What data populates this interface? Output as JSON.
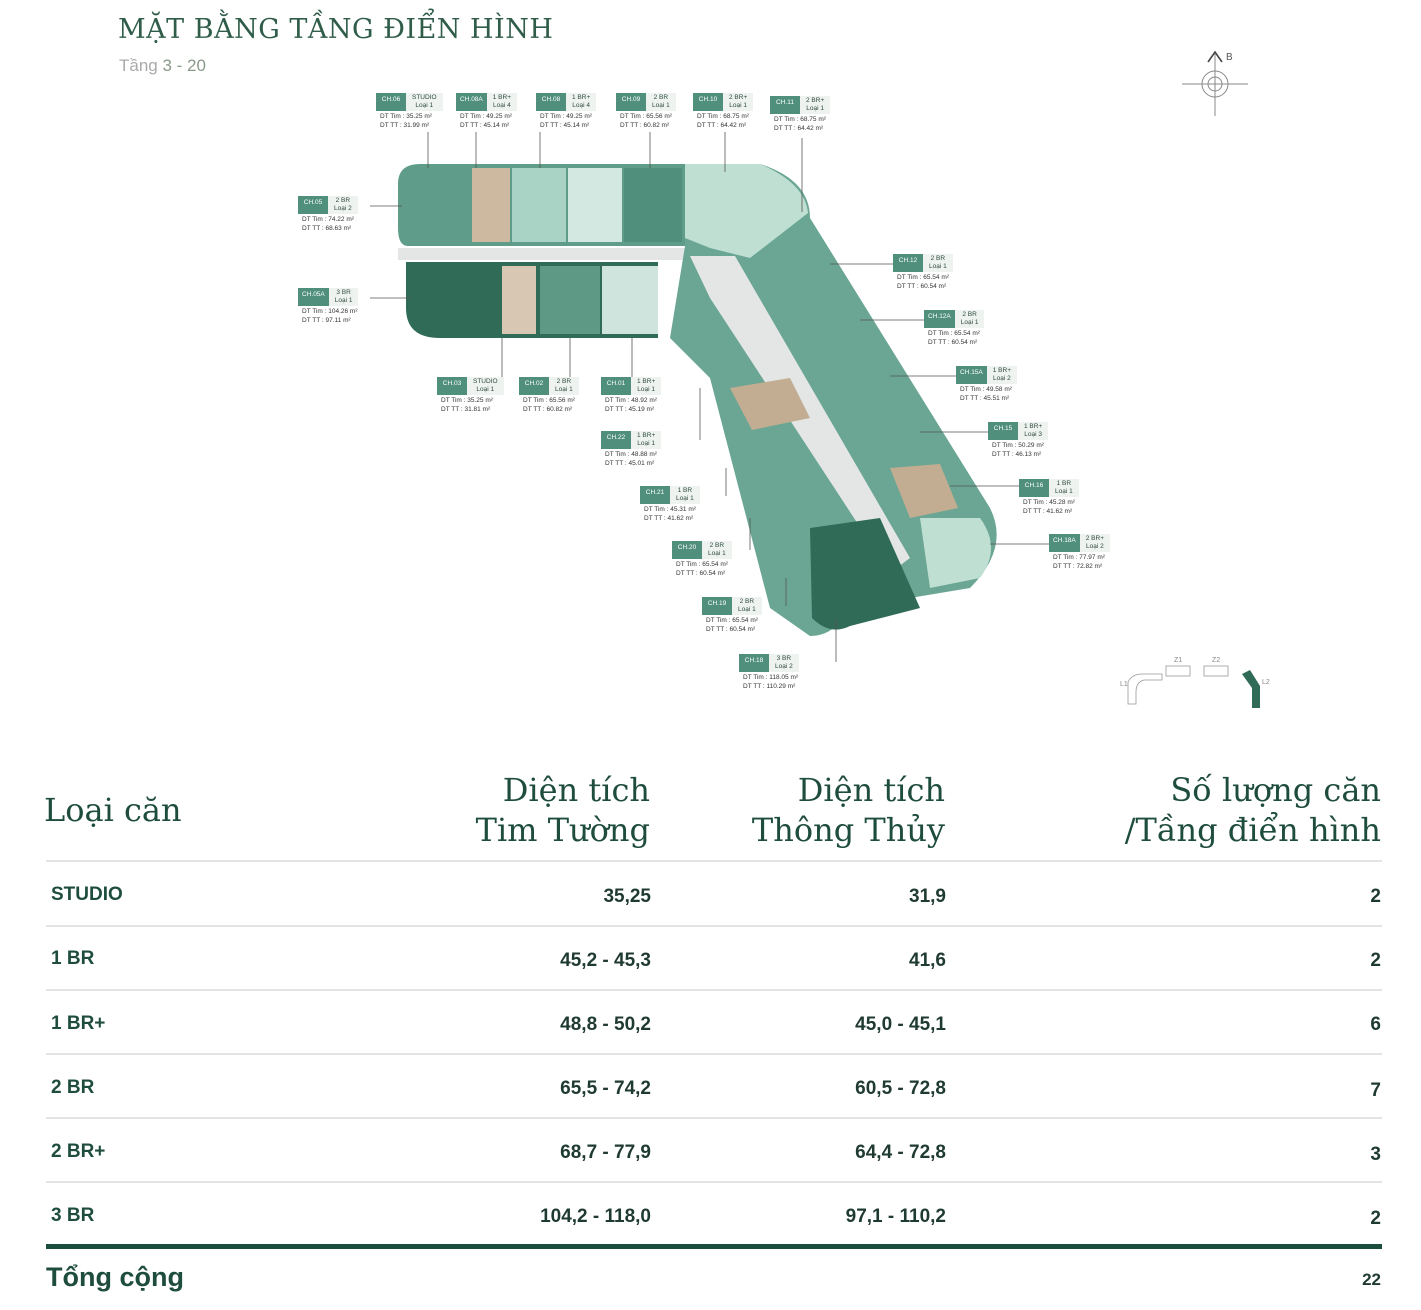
{
  "header": {
    "title": "MẶT BẰNG TẦNG ĐIỂN HÌNH",
    "subtitle_prefix": "Tầng",
    "subtitle_floors": "3 - 20",
    "compass_label": "B"
  },
  "units": [
    {
      "code": "CH.06",
      "type": "STUDIO",
      "subtype": "Loại 1",
      "tim": "DT Tim : 35.25 m²",
      "tt": "DT TT : 31.99 m²"
    },
    {
      "code": "CH.08A",
      "type": "1 BR+",
      "subtype": "Loại 4",
      "tim": "DT Tim : 49.25 m²",
      "tt": "DT TT : 45.14 m²"
    },
    {
      "code": "CH.08",
      "type": "1 BR+",
      "subtype": "Loại 4",
      "tim": "DT Tim : 49.25 m²",
      "tt": "DT TT : 45.14 m²"
    },
    {
      "code": "CH.09",
      "type": "2 BR",
      "subtype": "Loại 1",
      "tim": "DT Tim : 65.56 m²",
      "tt": "DT TT : 60.82 m²"
    },
    {
      "code": "CH.10",
      "type": "2 BR+",
      "subtype": "Loại 1",
      "tim": "DT Tim : 68.75 m²",
      "tt": "DT TT : 64.42 m²"
    },
    {
      "code": "CH.11",
      "type": "2 BR+",
      "subtype": "Loại 1",
      "tim": "DT Tim : 68.75 m²",
      "tt": "DT TT : 64.42 m²"
    },
    {
      "code": "CH.05",
      "type": "2 BR",
      "subtype": "Loại 2",
      "tim": "DT Tim : 74.22 m²",
      "tt": "DT TT : 68.63 m²"
    },
    {
      "code": "CH.05A",
      "type": "3 BR",
      "subtype": "Loại 1",
      "tim": "DT Tim : 104.26 m²",
      "tt": "DT TT : 97.11 m²"
    },
    {
      "code": "CH.12",
      "type": "2 BR",
      "subtype": "Loại 1",
      "tim": "DT Tim : 65.54 m²",
      "tt": "DT TT : 60.54 m²"
    },
    {
      "code": "CH.12A",
      "type": "2 BR",
      "subtype": "Loại 1",
      "tim": "DT Tim : 65.54 m²",
      "tt": "DT TT : 60.54 m²"
    },
    {
      "code": "CH.15A",
      "type": "1 BR+",
      "subtype": "Loại 2",
      "tim": "DT Tim : 49.58 m²",
      "tt": "DT TT : 45.51 m²"
    },
    {
      "code": "CH.15",
      "type": "1 BR+",
      "subtype": "Loại 3",
      "tim": "DT Tim : 50.29 m²",
      "tt": "DT TT : 46.13 m²"
    },
    {
      "code": "CH.03",
      "type": "STUDIO",
      "subtype": "Loại 1",
      "tim": "DT Tim : 35.25 m²",
      "tt": "DT TT : 31.81 m²"
    },
    {
      "code": "CH.02",
      "type": "2 BR",
      "subtype": "Loại 1",
      "tim": "DT Tim : 65.56 m²",
      "tt": "DT TT : 60.82 m²"
    },
    {
      "code": "CH.01",
      "type": "1 BR+",
      "subtype": "Loại 1",
      "tim": "DT Tim : 48.92 m²",
      "tt": "DT TT : 45.19 m²"
    },
    {
      "code": "CH.22",
      "type": "1 BR+",
      "subtype": "Loại 1",
      "tim": "DT Tim : 48.88 m²",
      "tt": "DT TT : 45.01 m²"
    },
    {
      "code": "CH.16",
      "type": "1 BR",
      "subtype": "Loại 1",
      "tim": "DT Tim : 45.28 m²",
      "tt": "DT TT : 41.62 m²"
    },
    {
      "code": "CH.21",
      "type": "1 BR",
      "subtype": "Loại 1",
      "tim": "DT Tim : 45.31 m²",
      "tt": "DT TT : 41.62 m²"
    },
    {
      "code": "CH.18A",
      "type": "2 BR+",
      "subtype": "Loại 2",
      "tim": "DT Tim : 77.97 m²",
      "tt": "DT TT : 72.82 m²"
    },
    {
      "code": "CH.20",
      "type": "2 BR",
      "subtype": "Loại 1",
      "tim": "DT Tim : 65.54 m²",
      "tt": "DT TT : 60.54 m²"
    },
    {
      "code": "CH.19",
      "type": "2 BR",
      "subtype": "Loại 1",
      "tim": "DT Tim : 65.54 m²",
      "tt": "DT TT : 60.54 m²"
    },
    {
      "code": "CH.18",
      "type": "3 BR",
      "subtype": "Loại 2",
      "tim": "DT Tim : 118.05 m²",
      "tt": "DT TT : 110.29 m²"
    }
  ],
  "keyplan": {
    "labels": [
      "L1",
      "Z1",
      "Z2",
      "L2"
    ]
  },
  "table": {
    "col_type": "Loại căn",
    "col_tim_1": "Diện tích",
    "col_tim_2": "Tim Tường",
    "col_tt_1": "Diện tích",
    "col_tt_2": "Thông Thủy",
    "col_qty_1": "Số lượng căn",
    "col_qty_2": "/Tầng điển hình",
    "rows": [
      {
        "name": "STUDIO",
        "tim": "35,25",
        "tt": "31,9",
        "qty": "2"
      },
      {
        "name": "1 BR",
        "tim": "45,2 - 45,3",
        "tt": "41,6",
        "qty": "2"
      },
      {
        "name": "1 BR+",
        "tim": "48,8 - 50,2",
        "tt": "45,0 - 45,1",
        "qty": "6"
      },
      {
        "name": "2 BR",
        "tim": "65,5 - 74,2",
        "tt": "60,5 - 72,8",
        "qty": "7"
      },
      {
        "name": "2 BR+",
        "tim": "68,7 - 77,9",
        "tt": "64,4 - 72,8",
        "qty": "3"
      },
      {
        "name": "3 BR",
        "tim": "104,2 - 118,0",
        "tt": "97,1 - 110,2",
        "qty": "2"
      }
    ],
    "total_label": "Tổng cộng",
    "total_value": "22"
  },
  "colors": {
    "dark_green": "#1a4d3d",
    "mid_green": "#4f8f7c",
    "light_green": "#bcdcd1",
    "beige": "#cbb79e",
    "corridor": "#e3e6e5"
  }
}
